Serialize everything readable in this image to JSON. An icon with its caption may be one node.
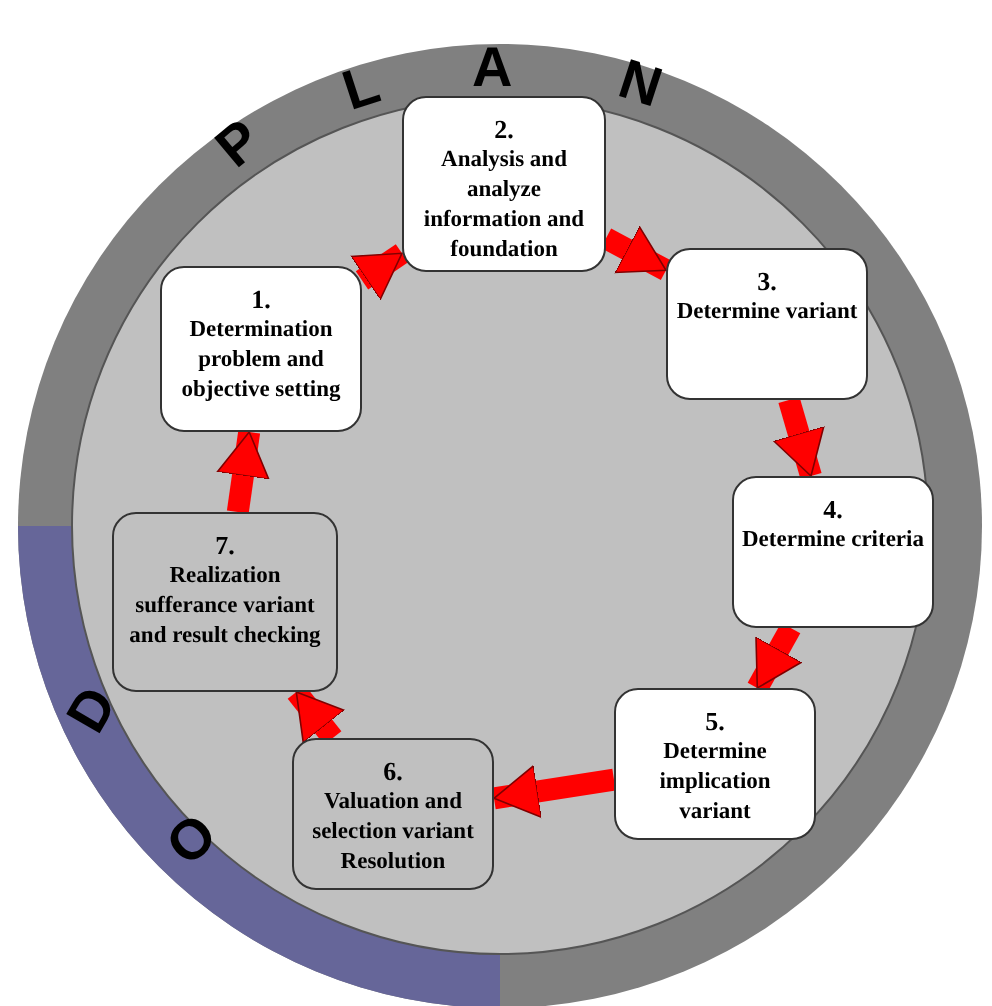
{
  "diagram": {
    "nodes": [
      {
        "text": [
          "1.",
          "Determination problem and objective setting"
        ]
      },
      {
        "text": [
          "2.",
          "Analysis and analyze information and foundation"
        ]
      },
      {
        "text": [
          "3.",
          "Determine variant"
        ]
      },
      {
        "text": [
          "4.",
          "Determine criteria"
        ]
      },
      {
        "text": [
          "5.",
          "Determine implication variant"
        ]
      },
      {
        "text": [
          "6.",
          "Valuation and selection variant Resolution"
        ]
      },
      {
        "text": [
          "7.",
          "Realization sufferance variant and result checking"
        ]
      }
    ],
    "edges": [
      {
        "from": 0,
        "to": 1,
        "arrow": "to"
      },
      {
        "from": 1,
        "to": 2,
        "arrow": "to"
      },
      {
        "from": 2,
        "to": 3,
        "arrow": "to"
      },
      {
        "from": 3,
        "to": 4,
        "arrow": "to"
      },
      {
        "from": 4,
        "to": 5,
        "arrow": "to"
      },
      {
        "from": 5,
        "to": 6,
        "arrow": "to"
      },
      {
        "from": 6,
        "to": 0,
        "arrow": "to"
      }
    ],
    "labels": [
      "P",
      "L",
      "A",
      "N",
      "D",
      "O"
    ]
  }
}
